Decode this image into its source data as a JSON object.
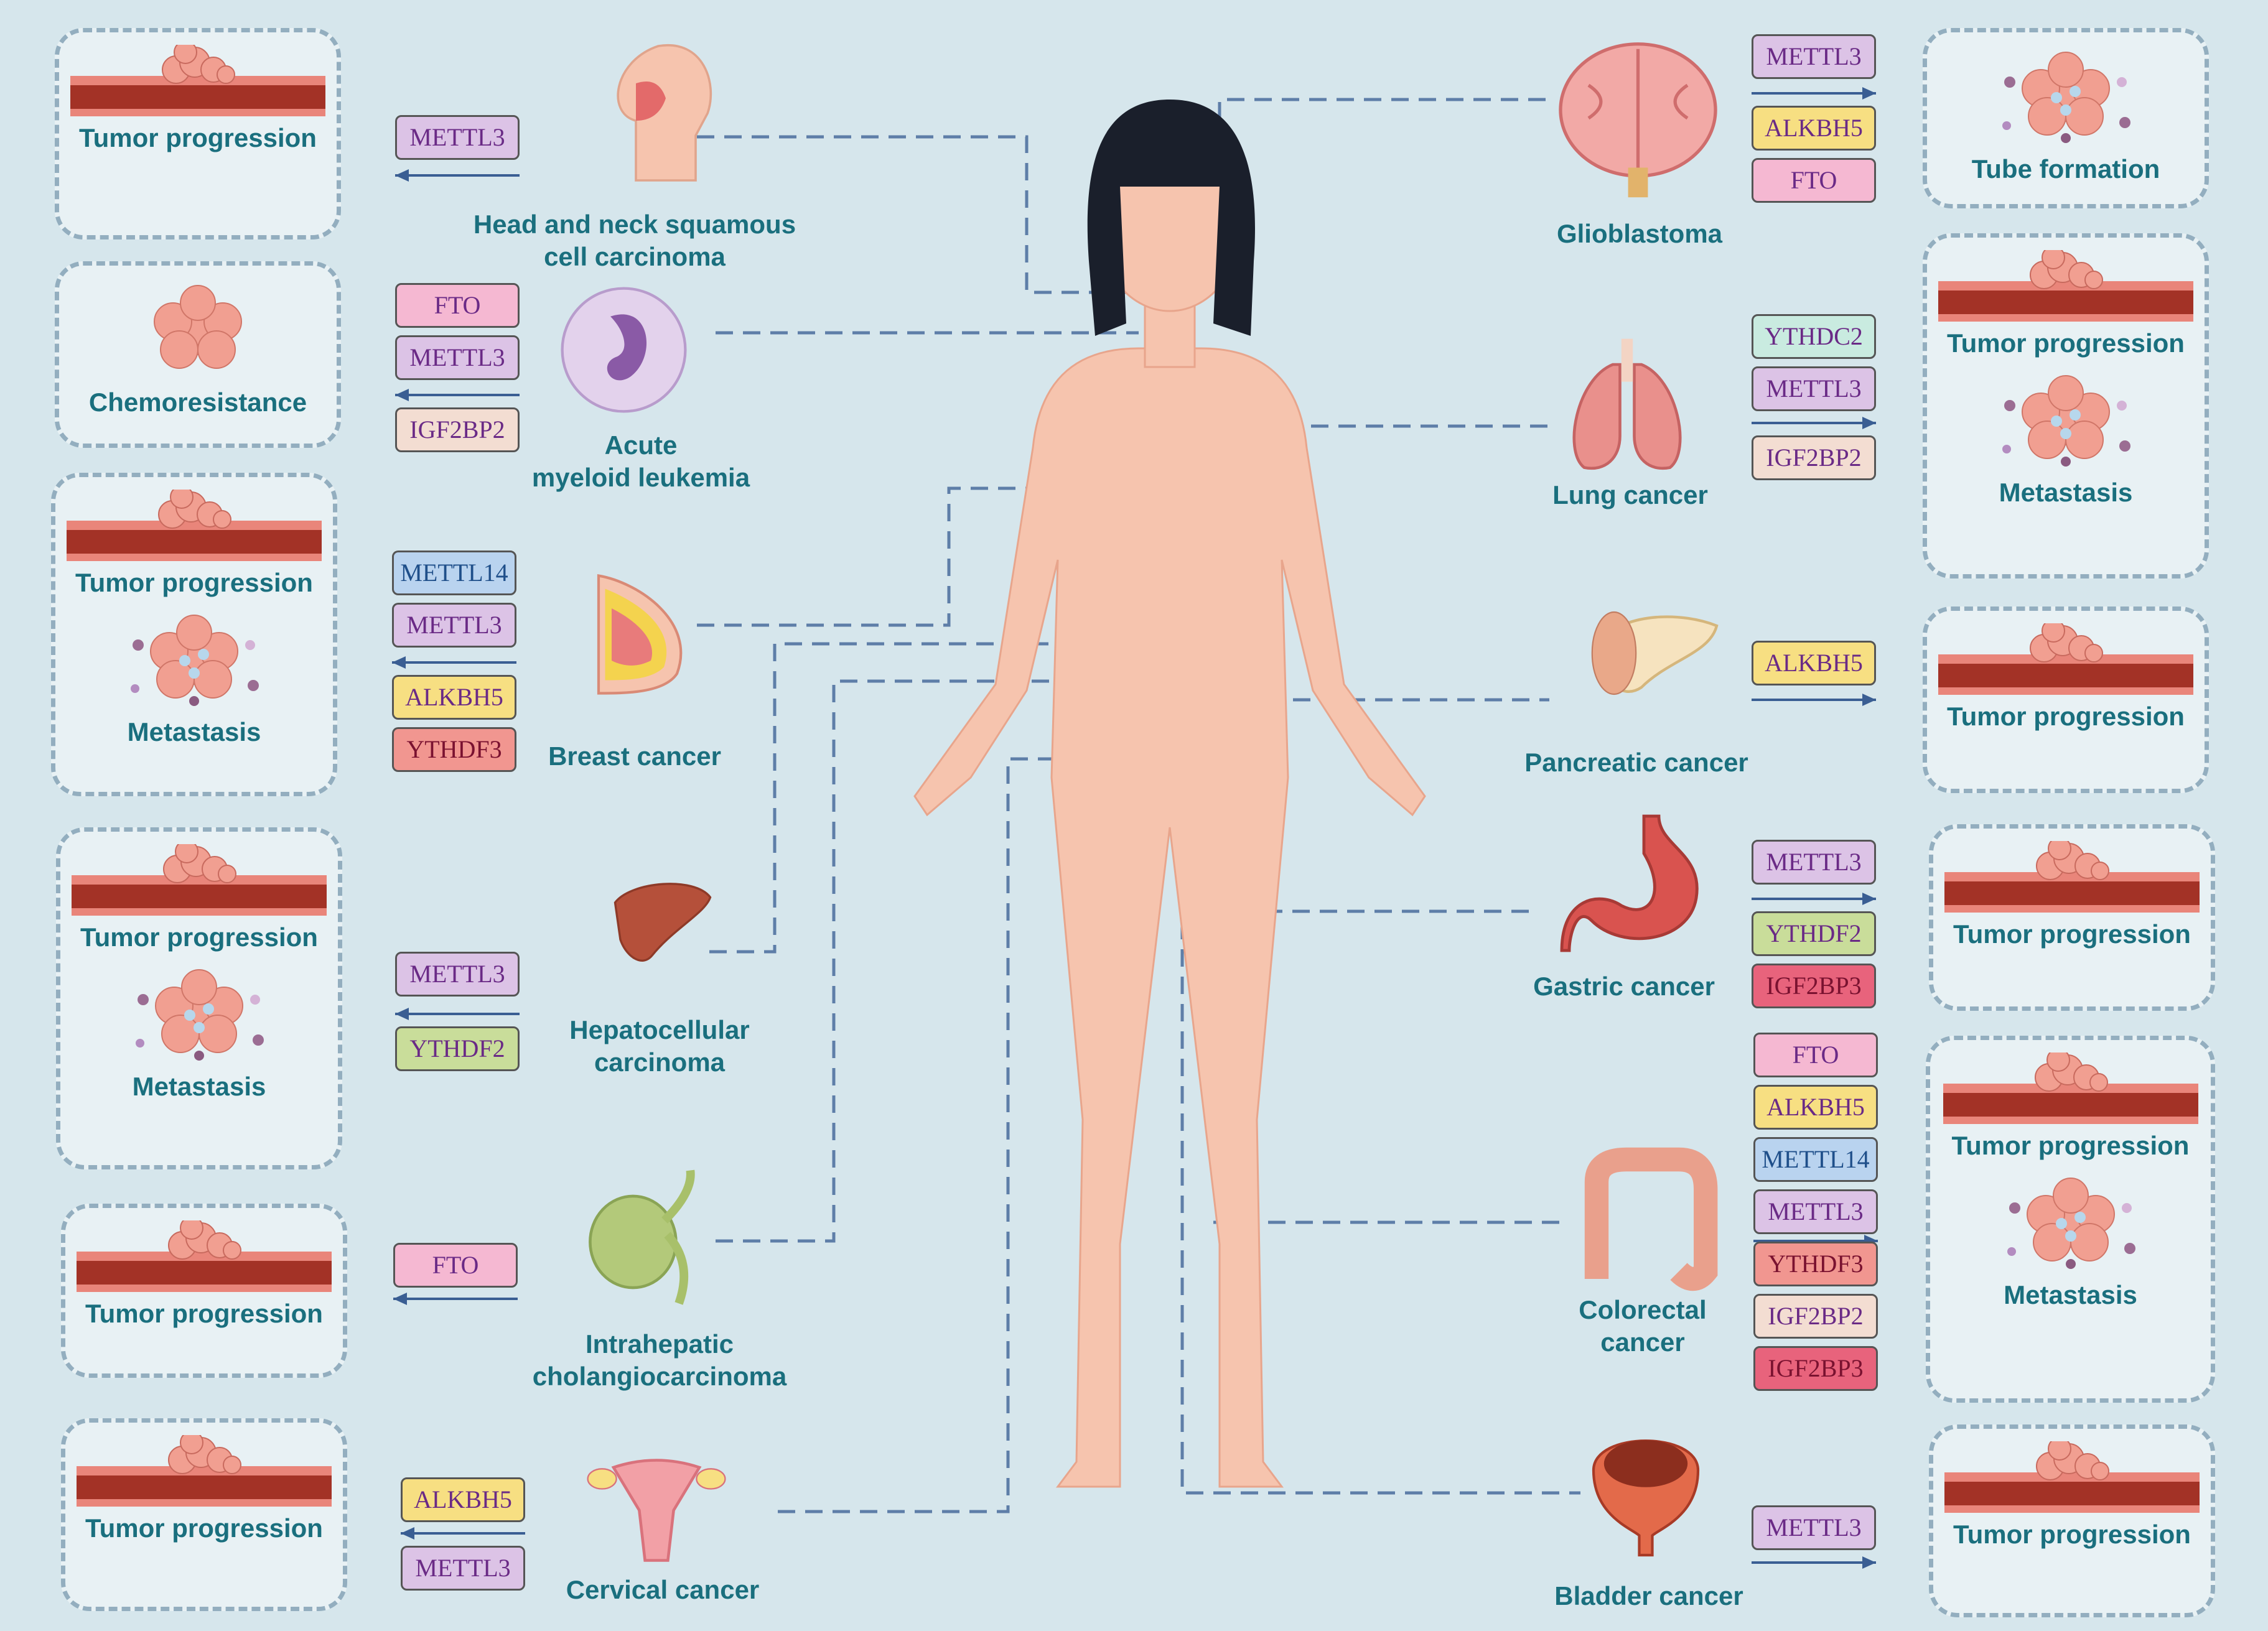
{
  "colors": {
    "background": "#d6e6ec",
    "panel_border": "#93aebf",
    "label": "#1a6f7e",
    "METTL3": "#dcc3e6",
    "METTL14": "#b9d3ef",
    "FTO": "#f5b8d2",
    "ALKBH5": "#f7df82",
    "YTHDF2": "#c9dd9a",
    "YTHDF3": "#f19690",
    "YTHDC2": "#c9ebe0",
    "IGF2BP2": "#f3ddd2",
    "IGF2BP3": "#e8637c"
  },
  "entries": [
    {
      "id": "hnscc",
      "organ": "Head and neck squamous cell carcinoma",
      "organ_lines": [
        "Head and neck squamous",
        "cell carcinoma"
      ],
      "icon": "head-neck-icon",
      "side": "left",
      "direction": "left",
      "tags": [
        "METTL3"
      ],
      "outcomes": [
        "Tumor progression"
      ]
    },
    {
      "id": "aml",
      "organ": "Acute myeloid leukemia",
      "organ_lines": [
        "Acute",
        "myeloid leukemia"
      ],
      "icon": "leukemia-cell-icon",
      "side": "left",
      "direction": "left",
      "tags": [
        "FTO",
        "METTL3",
        "IGF2BP2"
      ],
      "outcomes": [
        "Chemoresistance"
      ]
    },
    {
      "id": "breast",
      "organ": "Breast cancer",
      "organ_lines": [
        "Breast cancer"
      ],
      "icon": "breast-icon",
      "side": "left",
      "direction": "left",
      "tags": [
        "METTL14",
        "METTL3",
        "ALKBH5",
        "YTHDF3"
      ],
      "outcomes": [
        "Tumor progression",
        "Metastasis"
      ]
    },
    {
      "id": "hcc",
      "organ": "Hepatocellular carcinoma",
      "organ_lines": [
        "Hepatocellular",
        "carcinoma"
      ],
      "icon": "liver-icon",
      "side": "left",
      "direction": "left",
      "tags": [
        "METTL3",
        "YTHDF2"
      ],
      "outcomes": [
        "Tumor progression",
        "Metastasis"
      ]
    },
    {
      "id": "icc",
      "organ": "Intrahepatic cholangiocarcinoma",
      "organ_lines": [
        "Intrahepatic",
        "cholangiocarcinoma"
      ],
      "icon": "gallbladder-icon",
      "side": "left",
      "direction": "left",
      "tags": [
        "FTO"
      ],
      "outcomes": [
        "Tumor progression"
      ]
    },
    {
      "id": "cervical",
      "organ": "Cervical cancer",
      "organ_lines": [
        "Cervical cancer"
      ],
      "icon": "uterus-icon",
      "side": "left",
      "direction": "left",
      "tags": [
        "ALKBH5",
        "METTL3"
      ],
      "outcomes": [
        "Tumor progression"
      ]
    },
    {
      "id": "glioblastoma",
      "organ": "Glioblastoma",
      "organ_lines": [
        "Glioblastoma"
      ],
      "icon": "brain-icon",
      "side": "right",
      "direction": "right",
      "tags": [
        "METTL3",
        "ALKBH5",
        "FTO"
      ],
      "outcomes": [
        "Tube formation"
      ]
    },
    {
      "id": "lung",
      "organ": "Lung cancer",
      "organ_lines": [
        "Lung cancer"
      ],
      "icon": "lungs-icon",
      "side": "right",
      "direction": "right",
      "tags": [
        "YTHDC2",
        "METTL3",
        "IGF2BP2"
      ],
      "outcomes": [
        "Tumor progression",
        "Metastasis"
      ]
    },
    {
      "id": "pancreatic",
      "organ": "Pancreatic cancer",
      "organ_lines": [
        "Pancreatic cancer"
      ],
      "icon": "pancreas-icon",
      "side": "right",
      "direction": "right",
      "tags": [
        "ALKBH5"
      ],
      "outcomes": [
        "Tumor progression"
      ]
    },
    {
      "id": "gastric",
      "organ": "Gastric cancer",
      "organ_lines": [
        "Gastric cancer"
      ],
      "icon": "stomach-icon",
      "side": "right",
      "direction": "right",
      "tags": [
        "METTL3",
        "YTHDF2",
        "IGF2BP3"
      ],
      "outcomes": [
        "Tumor progression"
      ]
    },
    {
      "id": "colorectal",
      "organ": "Colorectal cancer",
      "organ_lines": [
        "Colorectal",
        "cancer"
      ],
      "icon": "colon-icon",
      "side": "right",
      "direction": "right",
      "tags": [
        "FTO",
        "ALKBH5",
        "METTL14",
        "METTL3",
        "YTHDF3",
        "IGF2BP2",
        "IGF2BP3"
      ],
      "outcomes": [
        "Tumor progression",
        "Metastasis"
      ]
    },
    {
      "id": "bladder",
      "organ": "Bladder cancer",
      "organ_lines": [
        "Bladder cancer"
      ],
      "icon": "bladder-icon",
      "side": "right",
      "direction": "right",
      "tags": [
        "METTL3"
      ],
      "outcomes": [
        "Tumor progression"
      ]
    }
  ]
}
